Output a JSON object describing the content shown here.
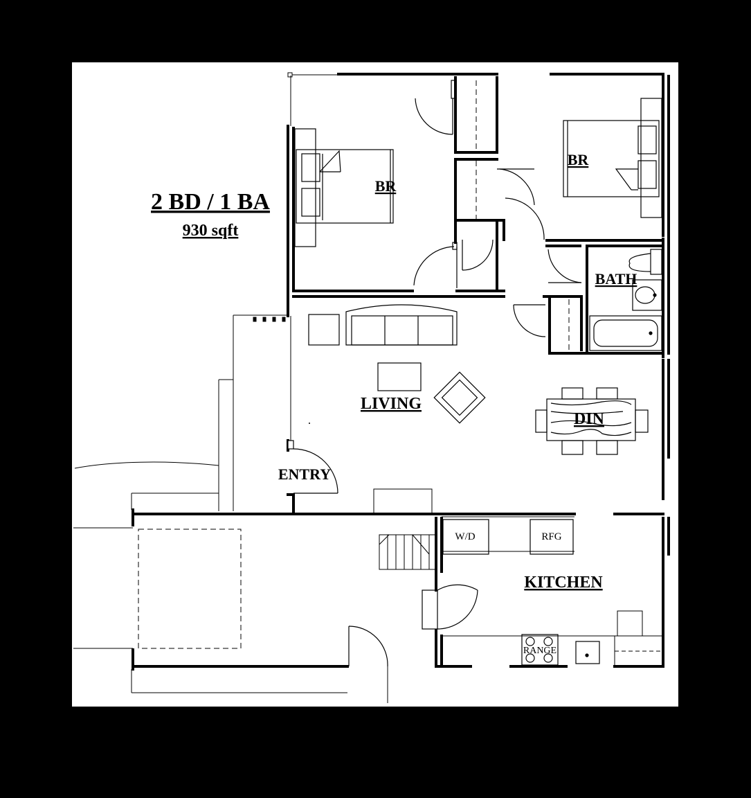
{
  "plan": {
    "title": "2 BD / 1 BA",
    "area": "930 sqft",
    "colors": {
      "background": "#000000",
      "paper": "#ffffff",
      "ink": "#000000"
    }
  },
  "rooms": {
    "br_left": "BR",
    "br_right": "BR",
    "bath": "BATH",
    "living": "LIVING",
    "din": "DIN",
    "entry": "ENTRY",
    "kitchen": "KITCHEN"
  },
  "fixtures": {
    "wd": "W/D",
    "rfg": "RFG",
    "range": "RANGE"
  }
}
